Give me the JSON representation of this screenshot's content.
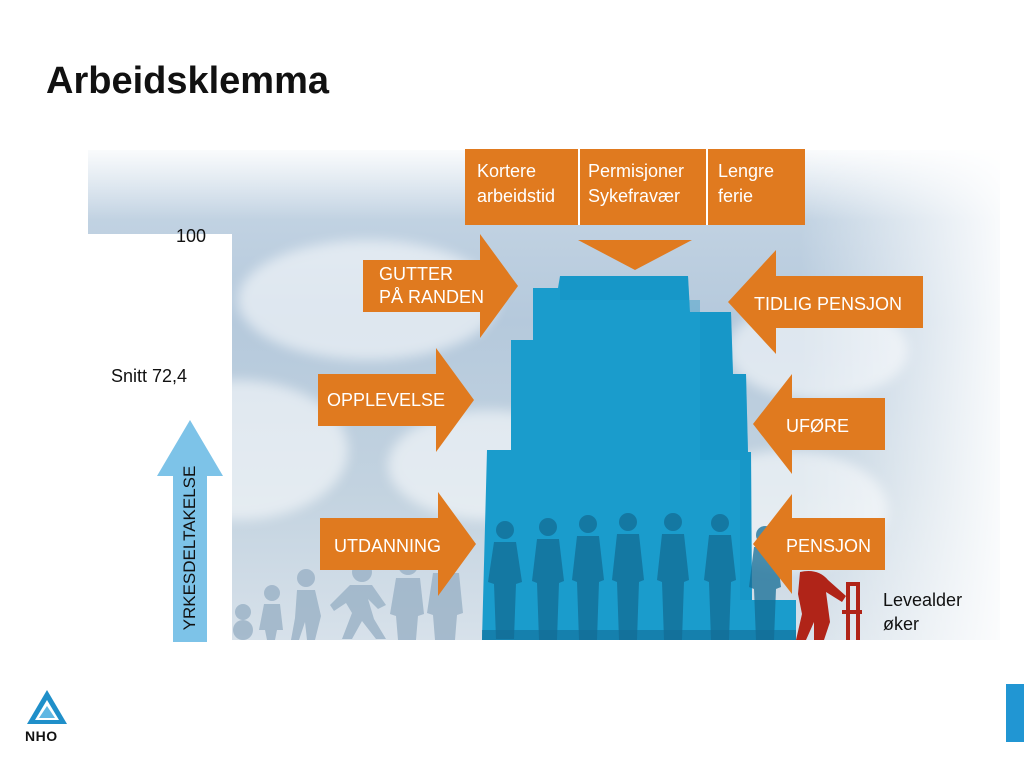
{
  "slide": {
    "title": "Arbeidsklemma"
  },
  "scale": {
    "max_label": "100",
    "avg_label": "Snitt 72,4",
    "axis_label": "YRKESDELTAKELSE"
  },
  "top_pressures": [
    {
      "line1": "Kortere",
      "line2": "arbeidstid"
    },
    {
      "line1": "Permisjoner",
      "line2": "Sykefravær"
    },
    {
      "line1": "Lengre",
      "line2": "ferie"
    }
  ],
  "left_arrows": {
    "gutter": {
      "line1": "GUTTER",
      "line2": "PÅ RANDEN"
    },
    "opplevelse": "OPPLEVELSE",
    "utdanning": "UTDANNING"
  },
  "right_arrows": {
    "tidlig_pensjon": "TIDLIG PENSJON",
    "ufore": "UFØRE",
    "pensjon": "PENSJON"
  },
  "levealder": {
    "line1": "Levealder",
    "line2": "øker"
  },
  "logo": {
    "text": "NHO"
  },
  "colors": {
    "orange": "#e07a1f",
    "building": "#1a9ccc",
    "building_top": "#1590c0",
    "scale_arrow": "#7dc3e8",
    "elder": "#b02418",
    "accent_blue": "#2196d3"
  }
}
